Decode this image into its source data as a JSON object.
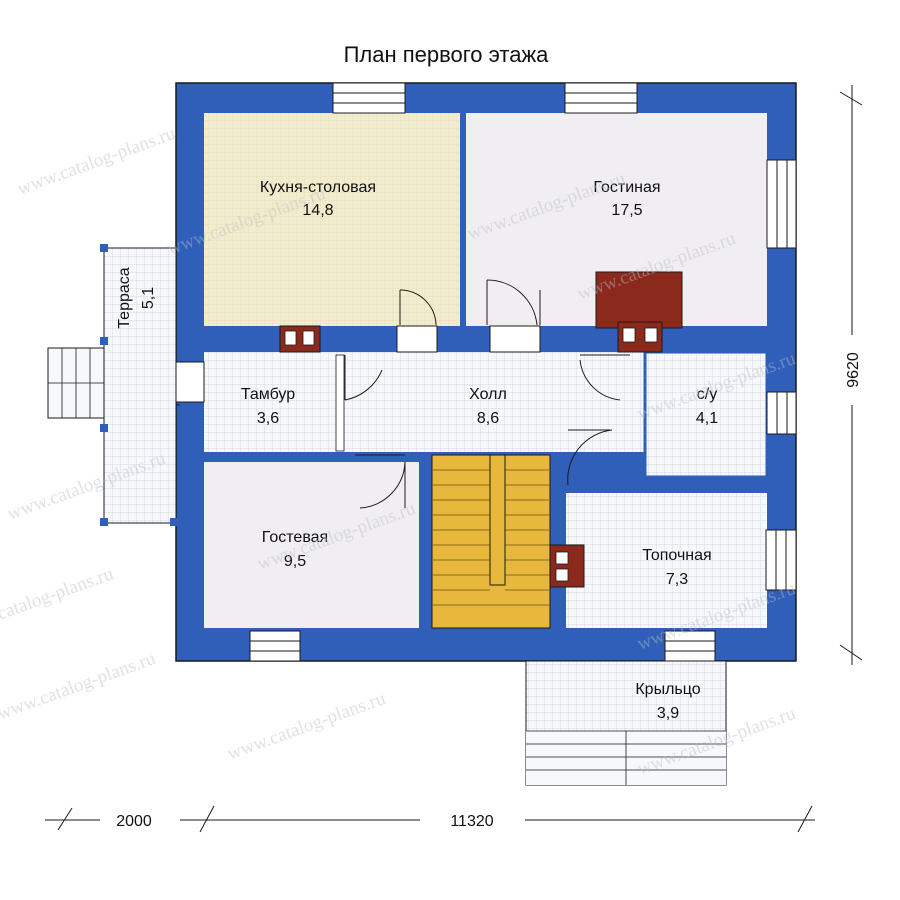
{
  "title": "План первого этажа",
  "colors": {
    "wall": "#2f5fb8",
    "kitchen_floor": "#f1ecce",
    "living_floor": "#f0eef1",
    "tile_floor": "#f6f8fb",
    "stairs": "#e8b83c",
    "fireplace": "#8b2a1c",
    "outline": "#1a1a1a"
  },
  "rooms": {
    "kitchen": {
      "name": "Кухня-столовая",
      "area": "14,8"
    },
    "living": {
      "name": "Гостиная",
      "area": "17,5"
    },
    "terrace": {
      "name": "Терраса",
      "area": "5,1"
    },
    "vestibule": {
      "name": "Тамбур",
      "area": "3,6"
    },
    "hall": {
      "name": "Холл",
      "area": "8,6"
    },
    "bathroom": {
      "name": "с/у",
      "area": "4,1"
    },
    "guest": {
      "name": "Гостевая",
      "area": "9,5"
    },
    "boiler": {
      "name": "Топочная",
      "area": "7,3"
    },
    "porch": {
      "name": "Крыльцо",
      "area": "3,9"
    }
  },
  "dimensions": {
    "terrace_width": "2000",
    "house_width": "11320",
    "house_depth": "9620"
  },
  "watermark": "www.catalog-plans.ru",
  "watermark_short": "catalog-plans.ru"
}
